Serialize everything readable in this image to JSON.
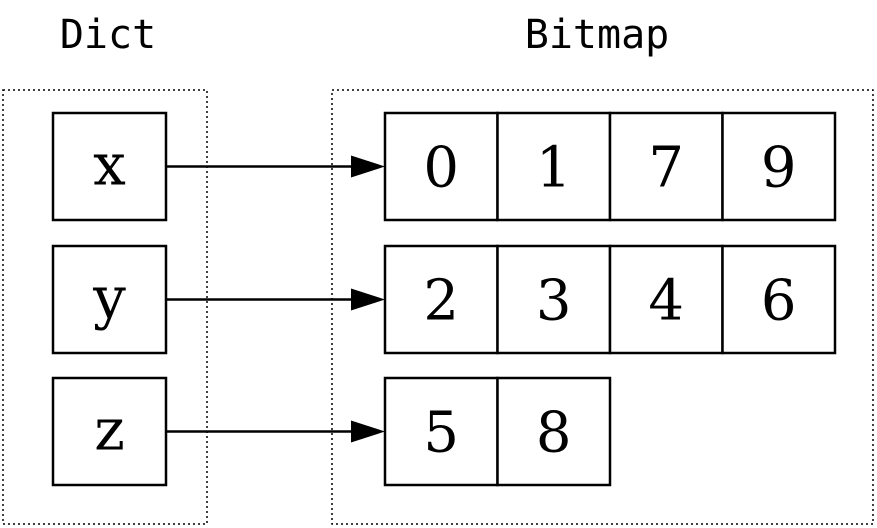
{
  "dict": {
    "title": "Dict",
    "keys": [
      "x",
      "y",
      "z"
    ]
  },
  "bitmap": {
    "title": "Bitmap",
    "rows": [
      [
        "0",
        "1",
        "7",
        "9"
      ],
      [
        "2",
        "3",
        "4",
        "6"
      ],
      [
        "5",
        "8"
      ]
    ]
  },
  "colors": {
    "stroke": "#000000",
    "background": "#ffffff"
  }
}
